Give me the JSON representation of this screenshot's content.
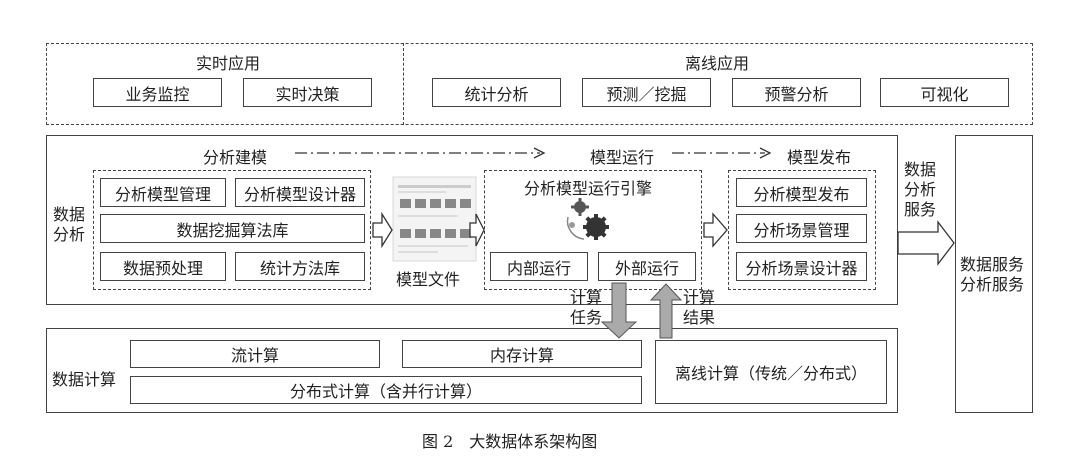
{
  "top": {
    "realtime": {
      "title": "实时应用",
      "items": [
        "业务监控",
        "实时决策"
      ]
    },
    "offline": {
      "title": "离线应用",
      "items": [
        "统计分析",
        "预测／挖掘",
        "预警分析",
        "可视化"
      ]
    }
  },
  "analysis": {
    "side_label_1": "数据",
    "side_label_2": "分析",
    "flow": {
      "step1": "分析建模",
      "step2": "模型运行",
      "step3": "模型发布"
    },
    "modeling": {
      "row1": [
        "分析模型管理",
        "分析模型设计器"
      ],
      "row2": "数据挖掘算法库",
      "row3": [
        "数据预处理",
        "统计方法库"
      ]
    },
    "model_file": "模型文件",
    "engine": {
      "title": "分析模型运行引擎",
      "inner": "内部运行",
      "outer": "外部运行"
    },
    "publish": [
      "分析模型发布",
      "分析场景管理",
      "分析场景设计器"
    ]
  },
  "service_arrow_label": [
    "数据",
    "分析",
    "服务"
  ],
  "service_box": {
    "line1": "数据服务",
    "line2": "分析服务"
  },
  "task": {
    "left_1": "计算",
    "left_2": "任务",
    "right_1": "计算",
    "right_2": "结果"
  },
  "compute": {
    "label": "数据计算",
    "stream": "流计算",
    "memory": "内存计算",
    "distributed": "分布式计算（含并行计算）",
    "offline": "离线计算（传统／分布式）"
  },
  "caption": "图 2　大数据体系架构图"
}
